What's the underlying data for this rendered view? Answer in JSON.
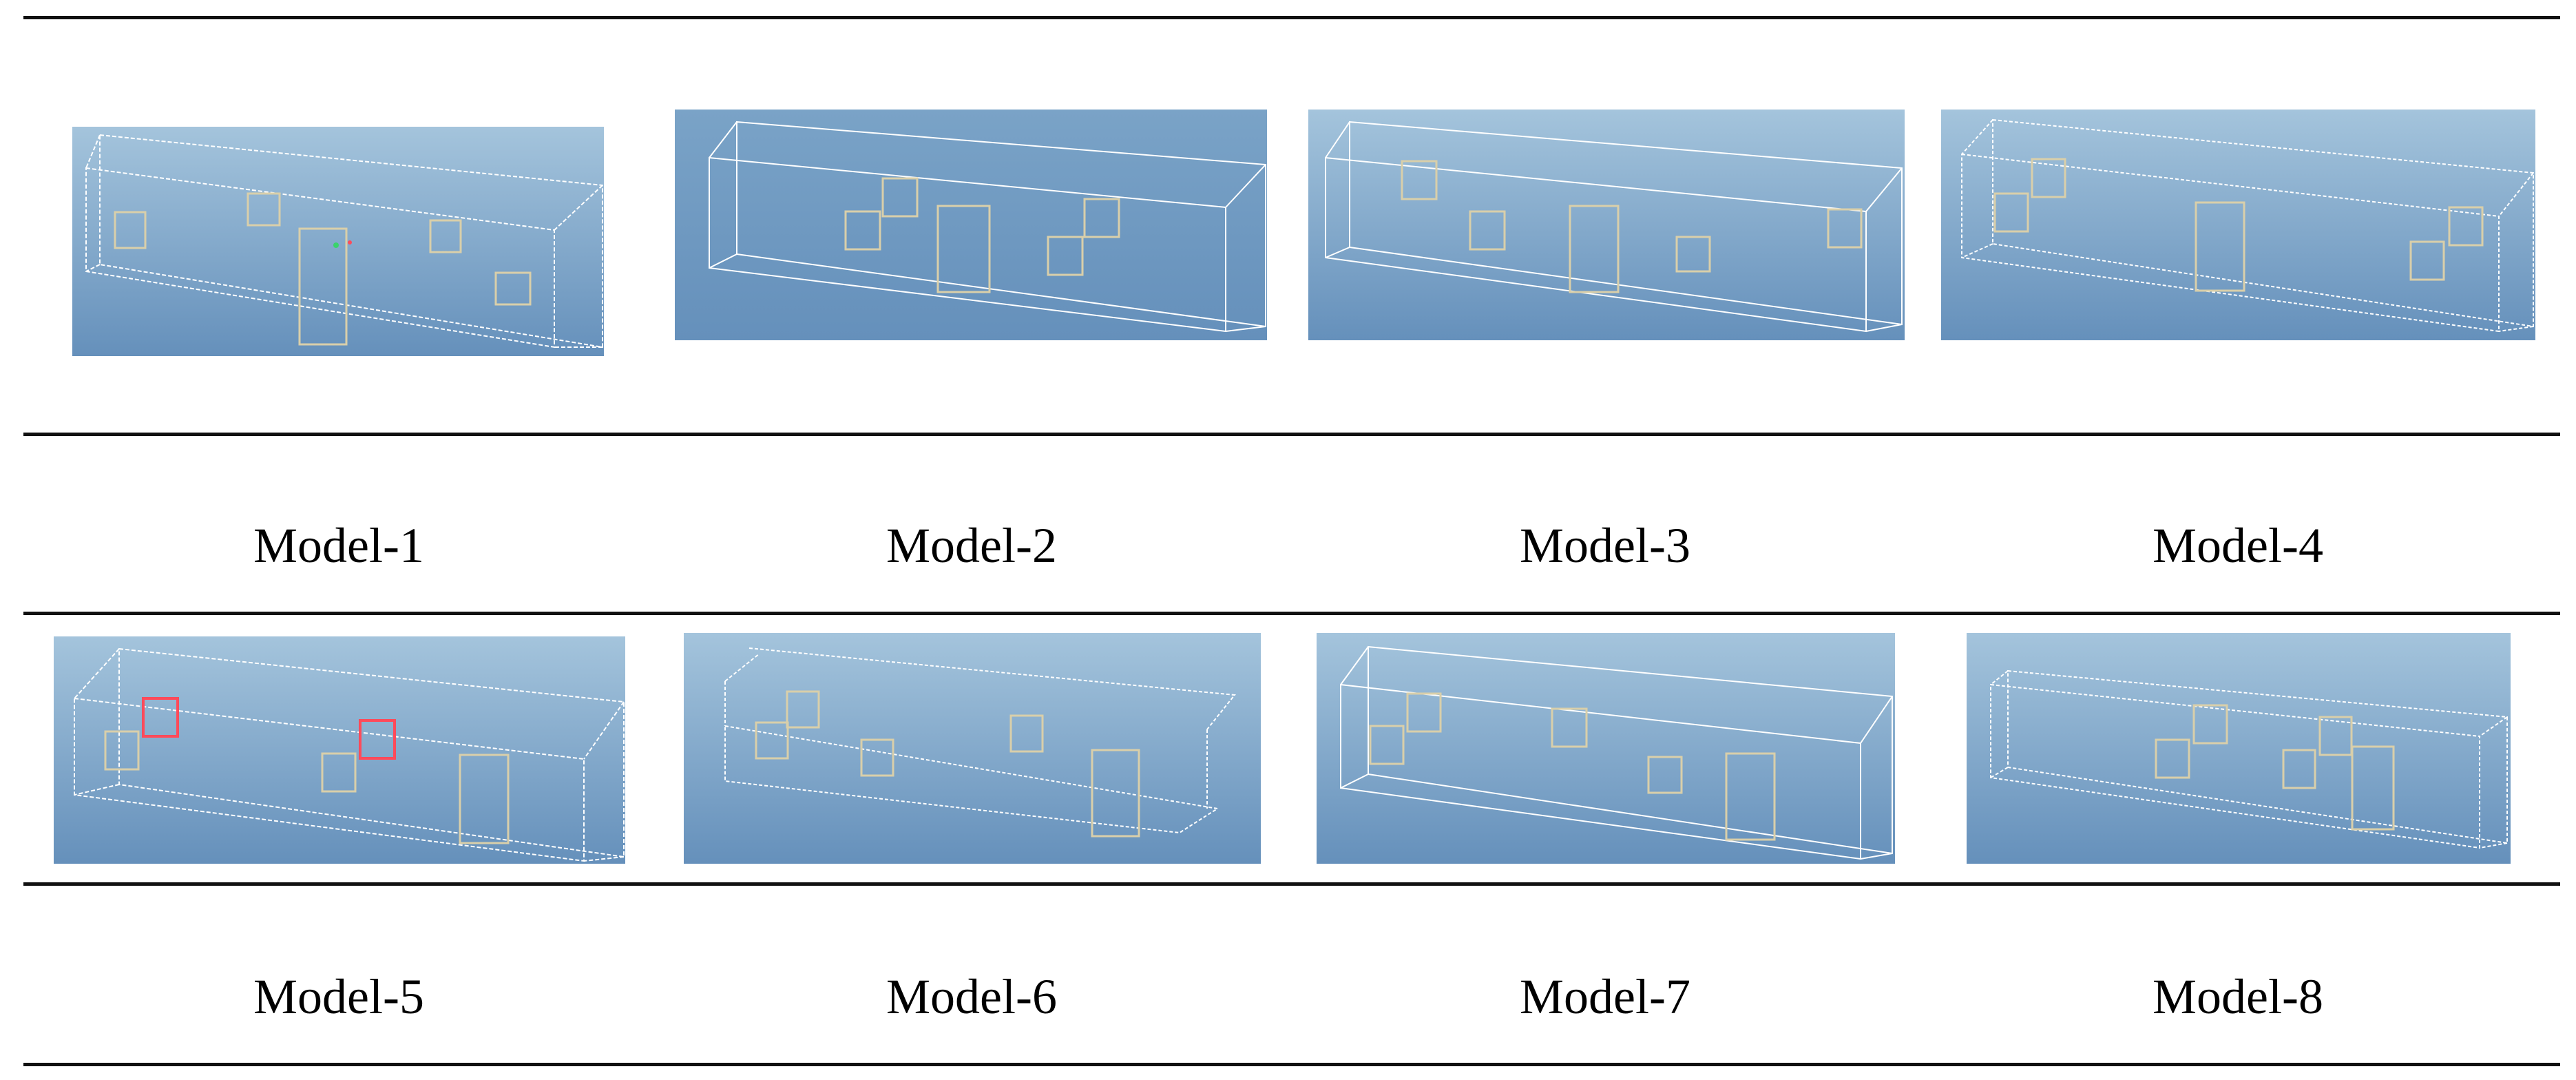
{
  "figure": {
    "row1": {
      "models": [
        {
          "label": "Model-1",
          "preview": "building-wireframe-model-1"
        },
        {
          "label": "Model-2",
          "preview": "building-wireframe-model-2"
        },
        {
          "label": "Model-3",
          "preview": "building-wireframe-model-3"
        },
        {
          "label": "Model-4",
          "preview": "building-wireframe-model-4"
        }
      ]
    },
    "row2": {
      "models": [
        {
          "label": "Model-5",
          "preview": "building-wireframe-model-5"
        },
        {
          "label": "Model-6",
          "preview": "building-wireframe-model-6"
        },
        {
          "label": "Model-7",
          "preview": "building-wireframe-model-7"
        },
        {
          "label": "Model-8",
          "preview": "building-wireframe-model-8"
        }
      ]
    }
  },
  "colors": {
    "sky_top": "#a4c4dc",
    "sky_bottom": "#6590bb",
    "wire": "#ffffff",
    "window_frame": "#d9cfaa",
    "highlight_red": "#ff4a5a",
    "rule": "#111111"
  }
}
